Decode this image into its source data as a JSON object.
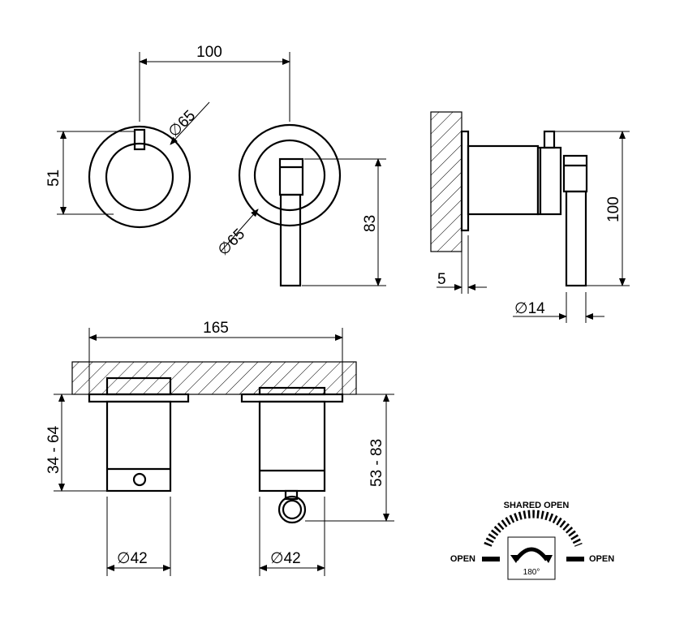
{
  "dimensions": {
    "top_width": "100",
    "knob_diameter_left": "65",
    "knob_height": "51",
    "knob_diameter_right": "65",
    "lever_height": "83",
    "side_total_height": "100",
    "wall_offset": "5",
    "lever_diameter": "14",
    "bottom_width": "165",
    "left_depth": "34 - 64",
    "right_depth": "53 - 83",
    "body_diameter_left": "42",
    "body_diameter_right": "42"
  },
  "diameter_symbol": "∅",
  "legend": {
    "shared_open": "SHARED OPEN",
    "open_left": "OPEN",
    "open_right": "OPEN",
    "rotation": "180°"
  }
}
